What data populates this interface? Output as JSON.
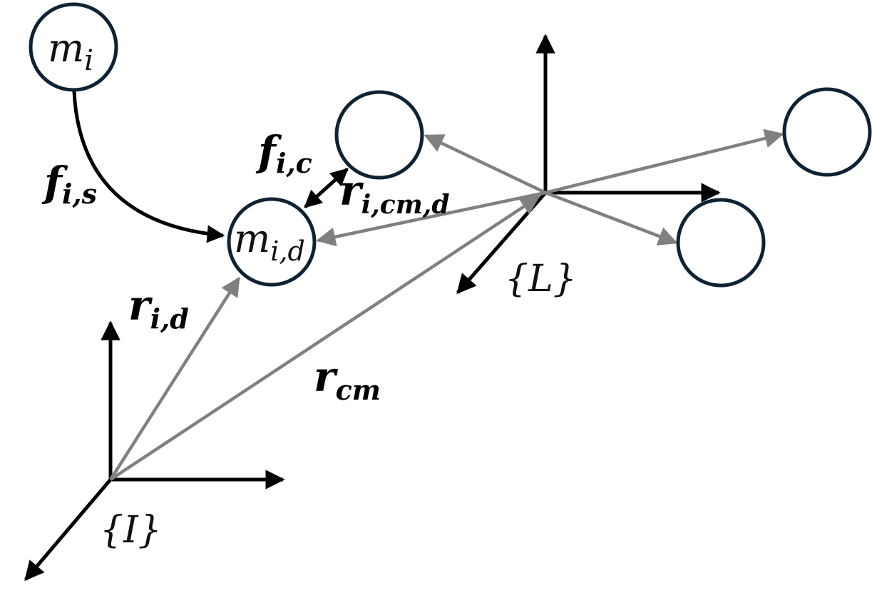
{
  "colors": {
    "circle_stroke": "#0f2233",
    "frame_axes": "#000000",
    "position_vectors": "#808080",
    "force_arrows": "#000000",
    "background": "#ffffff"
  },
  "nodes": {
    "m_i": {
      "base": "m",
      "sub": "i"
    },
    "m_id": {
      "base": "m",
      "sub": "i,d"
    },
    "swarm_upper": {
      "label": ""
    },
    "swarm_right": {
      "label": ""
    },
    "swarm_lower_right": {
      "label": ""
    }
  },
  "frames": {
    "inertial": {
      "label": "{I}"
    },
    "local": {
      "label": "{L}"
    }
  },
  "vectors": {
    "f_is": {
      "base": "f",
      "sub": "i,s"
    },
    "f_ic": {
      "base": "f",
      "sub": "i,c"
    },
    "r_icmd": {
      "base": "r",
      "sub": "i,cm,d"
    },
    "r_id": {
      "base": "r",
      "sub": "i,d"
    },
    "r_cm": {
      "base": "r",
      "sub": "cm"
    }
  }
}
